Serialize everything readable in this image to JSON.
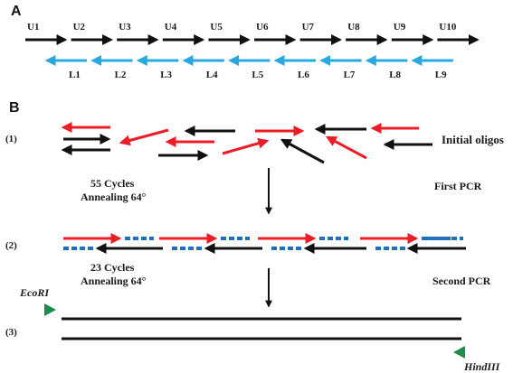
{
  "panels": {
    "a": "A",
    "b": "B"
  },
  "panel_a": {
    "upper": [
      "U1",
      "U2",
      "U3",
      "U4",
      "U5",
      "U6",
      "U7",
      "U8",
      "U9",
      "U10"
    ],
    "lower": [
      "L1",
      "L2",
      "L3",
      "L4",
      "L5",
      "L6",
      "L7",
      "L8",
      "L9"
    ]
  },
  "steps": {
    "s1": "(1)",
    "s2": "(2)",
    "s3": "(3)"
  },
  "texts": {
    "initial_oligos": "Initial oligos",
    "first_cycles": "55 Cycles",
    "first_annealing": "Annealing 64°",
    "first_pcr": "First PCR",
    "second_cycles": "23 Cycles",
    "second_annealing": "Annealing 64°",
    "second_pcr": "Second PCR",
    "ecori": "EcoRI",
    "hindiii": "HindIII"
  },
  "colors": {
    "upper": "#111111",
    "lower": "#29a8e0",
    "red": "#ee1c25",
    "dotted": "#1f6fc0",
    "primer": "#1e8a4c"
  }
}
